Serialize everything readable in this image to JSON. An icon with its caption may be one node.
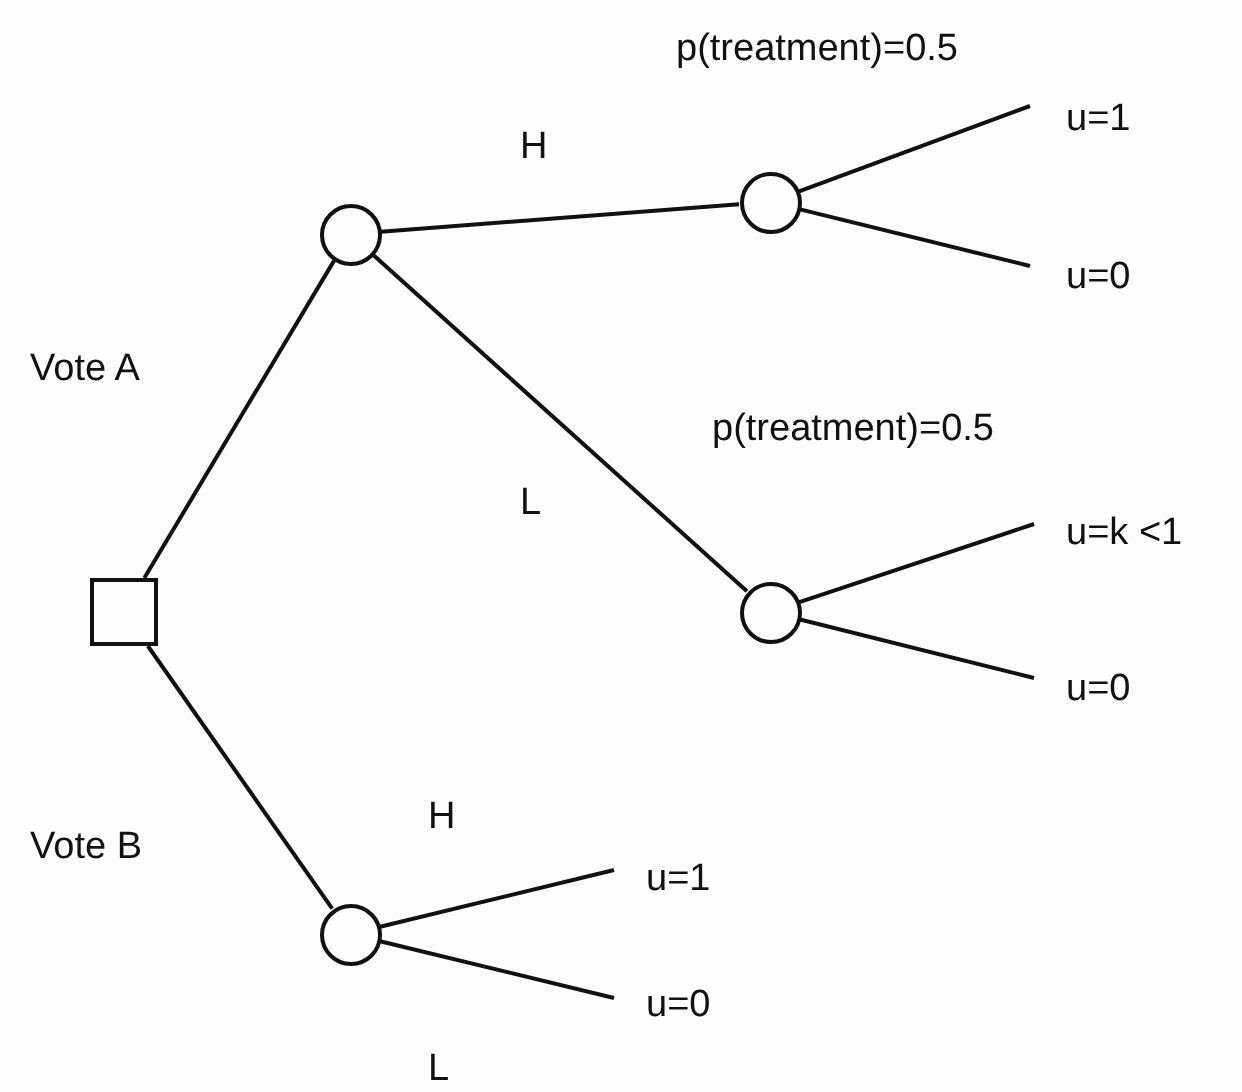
{
  "diagram": {
    "nodes": [
      {
        "text": [],
        "shape": "box"
      },
      {
        "text": [],
        "shape": "circle"
      },
      {
        "text": [],
        "shape": "circle",
        "beside": [
          "p(treatment)=0.5"
        ]
      },
      {
        "text": [],
        "shape": "circle",
        "beside": [
          "p(treatment)=0.5"
        ]
      },
      {
        "text": [],
        "shape": "circle"
      },
      {
        "text": [
          "u=1"
        ]
      },
      {
        "text": [
          "u=0"
        ]
      },
      {
        "text": [
          "u=k <1"
        ]
      },
      {
        "text": [
          "u=0"
        ]
      },
      {
        "text": [
          "u=1"
        ]
      },
      {
        "text": [
          "u=0"
        ]
      }
    ],
    "edges": [
      {
        "from": 0,
        "to": 1,
        "arrow": "none",
        "label": "Vote A"
      },
      {
        "from": 0,
        "to": 4,
        "arrow": "none",
        "label": "Vote B"
      },
      {
        "from": 1,
        "to": 2,
        "arrow": "none",
        "label": "H"
      },
      {
        "from": 1,
        "to": 3,
        "arrow": "none",
        "label": "L"
      },
      {
        "from": 2,
        "to": 5,
        "arrow": "none"
      },
      {
        "from": 2,
        "to": 6,
        "arrow": "none"
      },
      {
        "from": 3,
        "to": 7,
        "arrow": "none"
      },
      {
        "from": 3,
        "to": 8,
        "arrow": "none"
      },
      {
        "from": 4,
        "to": 9,
        "arrow": "none",
        "label": "H"
      },
      {
        "from": 4,
        "to": 10,
        "arrow": "none",
        "label": "L"
      }
    ]
  }
}
